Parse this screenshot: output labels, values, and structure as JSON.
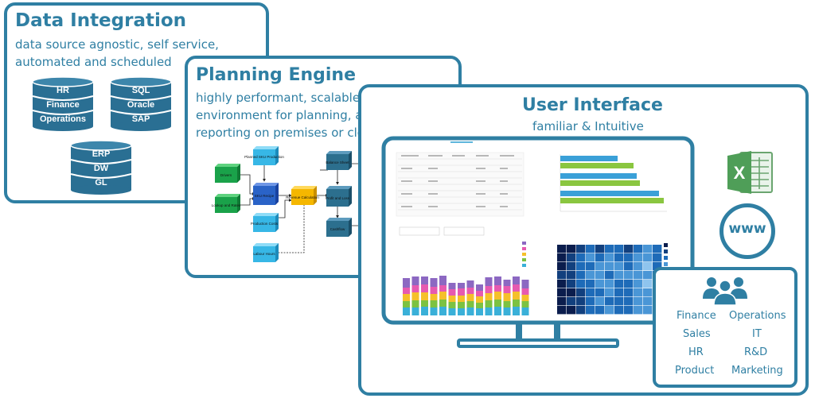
{
  "data_integration": {
    "title": "Data Integration",
    "line1": "data source agnostic, self service,",
    "line2": "automated and scheduled",
    "db1": [
      "HR",
      "Finance",
      "Operations"
    ],
    "db2": [
      "SQL",
      "Oracle",
      "SAP"
    ],
    "db3": [
      "ERP",
      "DW",
      "GL"
    ]
  },
  "planning_engine": {
    "title": "Planning Engine",
    "line1": "highly performant, scalable, modeling",
    "line2": "environment for planning, analysis &",
    "line3": "reporting on premises or cloud",
    "nodes": {
      "drivers": "Drivers",
      "lookup": "Lookup and Rates",
      "planned": "Planned SKU Production",
      "sku": "SKU Recipe",
      "production": "Production Costs",
      "labour": "Labour Hours",
      "revenue": "Revenue Calculation",
      "balance": "Balance Sheet",
      "profit": "Profit and Loss",
      "cashflow": "Cashflow"
    }
  },
  "user_interface": {
    "title": "User Interface",
    "subtitle": "familiar & Intuitive",
    "www": "www",
    "excel": "X",
    "departments": [
      "Finance",
      "Operations",
      "Sales",
      "IT",
      "HR",
      "R&D",
      "Product",
      "Marketing"
    ]
  },
  "colors": {
    "accent": "#2f7fa3",
    "db": "#2a6f93",
    "green": "#1aa24a",
    "blue": "#2a63c7",
    "cyan": "#37b7e6",
    "gold": "#f5b700",
    "teal": "#2c6f8e"
  }
}
